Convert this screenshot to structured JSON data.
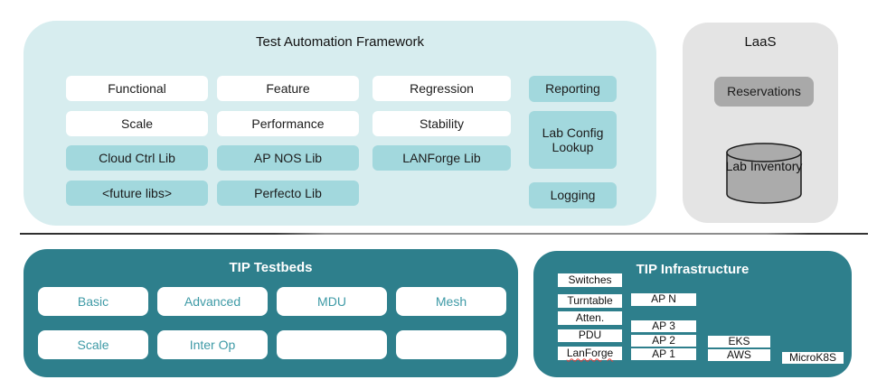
{
  "framework": {
    "title": "Test Automation Framework",
    "row1": [
      "Functional",
      "Feature",
      "Regression"
    ],
    "row2": [
      "Scale",
      "Performance",
      "Stability"
    ],
    "row3": [
      "Cloud Ctrl Lib",
      "AP NOS Lib",
      "LANForge Lib"
    ],
    "row4": [
      "<future libs>",
      "Perfecto Lib"
    ],
    "side": [
      "Reporting",
      "Lab Config Lookup",
      "Logging"
    ]
  },
  "laas": {
    "title": "LaaS",
    "reservations": "Reservations",
    "inventory": "Lab Inventory"
  },
  "testbeds": {
    "title": "TIP Testbeds",
    "row1": [
      "Basic",
      "Advanced",
      "MDU",
      "Mesh"
    ],
    "row2": [
      "Scale",
      "Inter Op",
      "",
      ""
    ]
  },
  "infrastructure": {
    "title": "TIP Infrastructure",
    "col1": [
      "Switches",
      "Turntable",
      "Atten.",
      "PDU",
      "LanForge"
    ],
    "col2": [
      "AP N",
      "AP 3",
      "AP 2",
      "AP 1"
    ],
    "col3": [
      "EKS",
      "AWS"
    ],
    "col4": [
      "MicroK8S"
    ]
  },
  "colors": {
    "light_panel": "#d7edef",
    "lib_box": "#a2d8dd",
    "dark_panel": "#2e7f8c",
    "teal_text": "#3e9aa6",
    "gray_panel": "#e4e4e4",
    "gray_box": "#a9a9a9",
    "spellcheck_underline": "#e53935"
  }
}
